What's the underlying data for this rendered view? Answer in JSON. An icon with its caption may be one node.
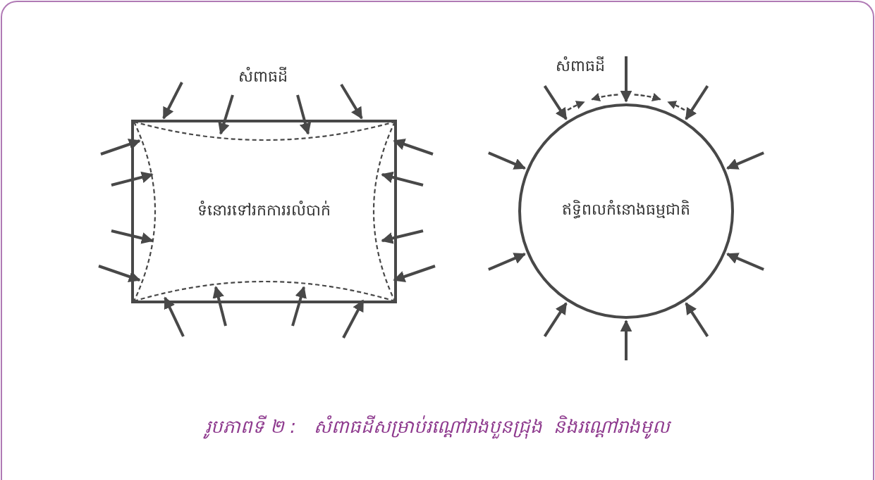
{
  "diagram": {
    "caption": "រូបភាពទី ២ :   សំពាធដីសម្រាប់រណ្ដៅរាងបួនជ្រុង  និងរណ្ដៅរាងមូល",
    "nodes": [
      {
        "text": [
          "ទំនោរទៅរកការរលំបាក់"
        ]
      },
      {
        "text": [
          "ឥទ្ធិពលកំនោងធម្មជាតិ"
        ]
      }
    ],
    "labels": [
      "សំពាធដី",
      "សំពាធដី"
    ]
  }
}
